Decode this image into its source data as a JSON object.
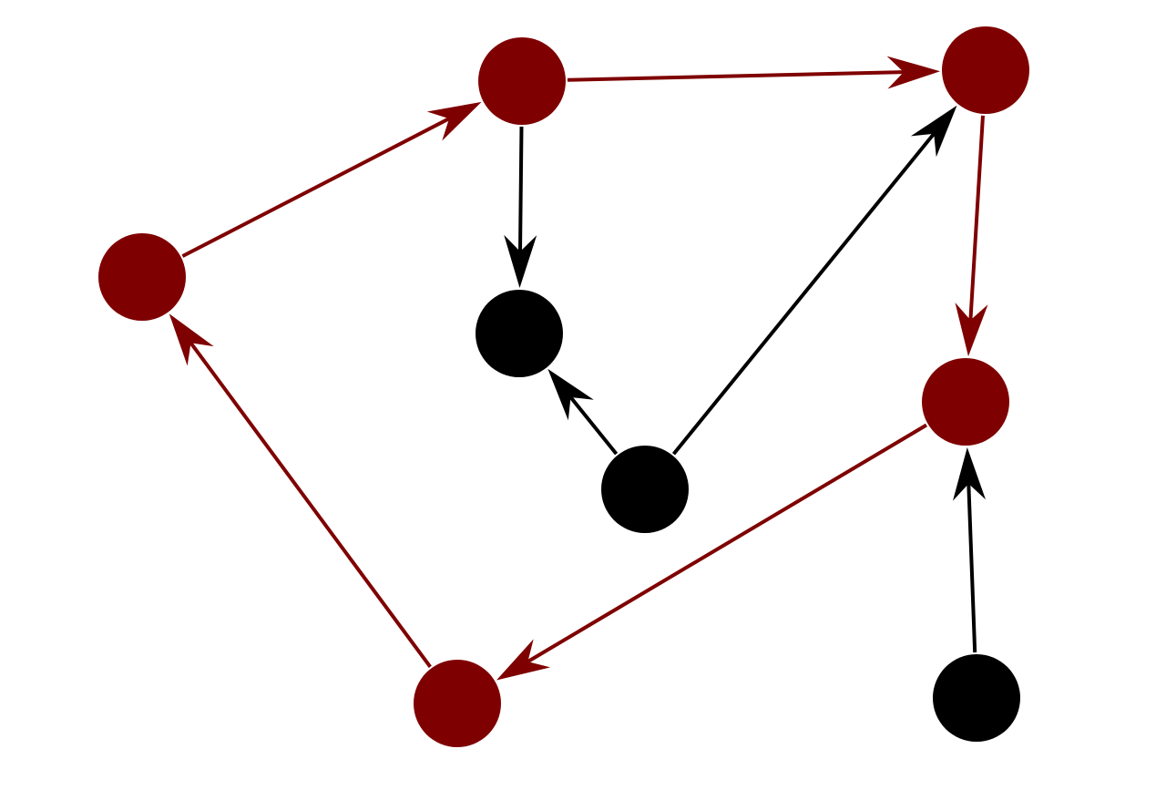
{
  "colors": {
    "highlight": "#7f0000",
    "default": "#000000",
    "background": "#ffffff"
  },
  "graph": {
    "directed": true,
    "nodes": [
      {
        "id": "n1",
        "group": "highlight"
      },
      {
        "id": "n2",
        "group": "highlight"
      },
      {
        "id": "n3",
        "group": "highlight"
      },
      {
        "id": "n4",
        "group": "highlight"
      },
      {
        "id": "n5",
        "group": "highlight"
      },
      {
        "id": "n6",
        "group": "default"
      },
      {
        "id": "n7",
        "group": "default"
      },
      {
        "id": "n8",
        "group": "default"
      }
    ],
    "edges": [
      {
        "from": "n1",
        "to": "n2",
        "group": "highlight"
      },
      {
        "from": "n2",
        "to": "n3",
        "group": "highlight"
      },
      {
        "from": "n3",
        "to": "n4",
        "group": "highlight"
      },
      {
        "from": "n4",
        "to": "n5",
        "group": "highlight"
      },
      {
        "from": "n5",
        "to": "n1",
        "group": "highlight"
      },
      {
        "from": "n2",
        "to": "n6",
        "group": "default"
      },
      {
        "from": "n7",
        "to": "n6",
        "group": "default"
      },
      {
        "from": "n7",
        "to": "n3",
        "group": "default"
      },
      {
        "from": "n8",
        "to": "n4",
        "group": "default"
      }
    ]
  }
}
